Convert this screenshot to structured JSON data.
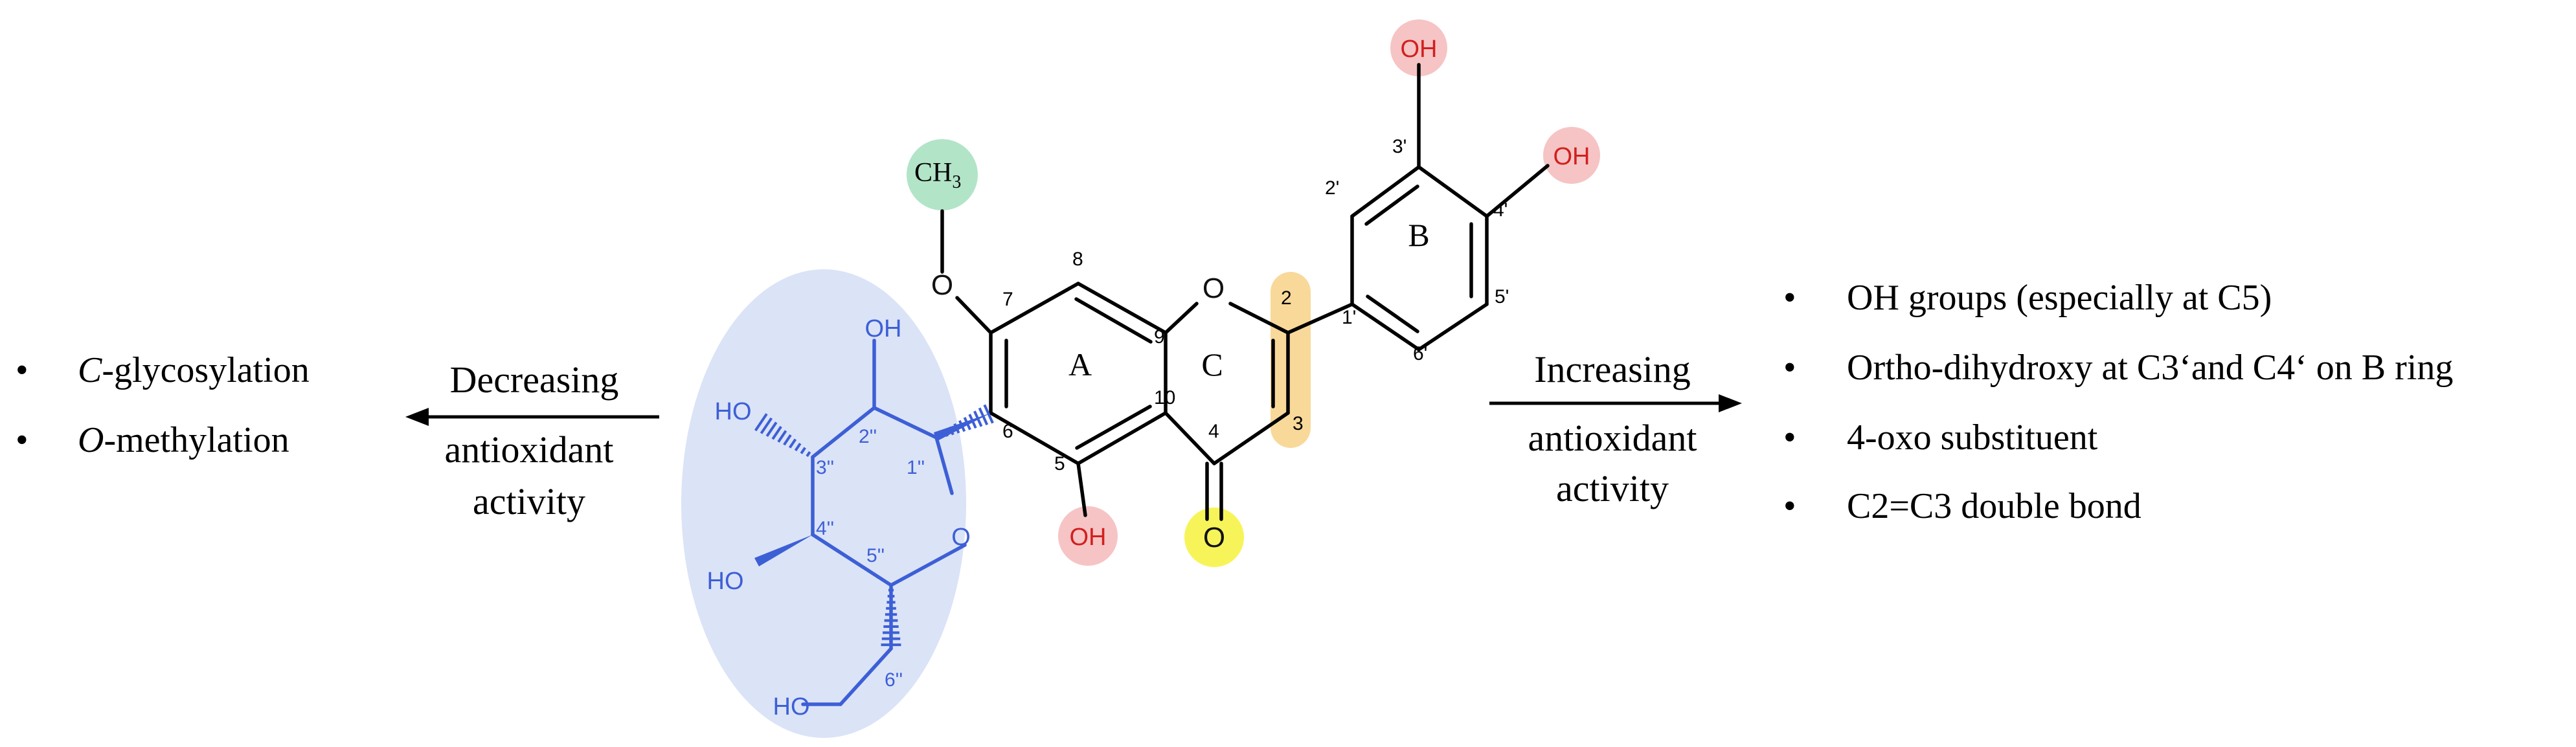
{
  "left_list": {
    "items": [
      {
        "italic": "C",
        "rest": "-glycosylation"
      },
      {
        "italic": "O",
        "rest": "-methylation"
      }
    ]
  },
  "left_caption": {
    "line1": "Decreasing",
    "line2": "antioxidant",
    "line3": "activity"
  },
  "right_caption": {
    "line1": "Increasing",
    "line2": "antioxidant",
    "line3": "activity"
  },
  "right_list": {
    "items": [
      "OH groups (especially at C5)",
      "Ortho-dihydroxy  at C3‘and C4‘ on B ring",
      "4-oxo substituent",
      "C2=C3 double bond"
    ]
  },
  "molecule": {
    "ring_labels": {
      "a": "A",
      "b": "B",
      "c": "C"
    },
    "methyl": {
      "main": "CH",
      "sub": "3"
    },
    "atoms": {
      "o1": "O",
      "o4": "O",
      "o7": "O",
      "oh5": "OH",
      "oh3p": "OH",
      "oh4p": "OH",
      "sugar_o": "O",
      "sugar_oh2": "OH",
      "sugar_oh3": "HO",
      "sugar_oh4": "HO",
      "sugar_oh6": "HO"
    },
    "numbers": {
      "n2": "2",
      "n3": "3",
      "n4": "4",
      "n5": "5",
      "n6": "6",
      "n7": "7",
      "n8": "8",
      "n9": "9",
      "n10": "10",
      "n1p": "1'",
      "n2p": "2'",
      "n3p": "3'",
      "n4p": "4'",
      "n5p": "5'",
      "n6p": "6'",
      "g1": "1''",
      "g2": "2''",
      "g3": "3''",
      "g4": "4''",
      "g5": "5''",
      "g6": "6''"
    },
    "colors": {
      "hydroxyl_highlight": "#f6c4c4",
      "oxo_highlight": "#f7f45a",
      "double_bond_highlight": "#f8d99a",
      "methyl_highlight": "#b2e4c8",
      "sugar_highlight": "#dbe3f7",
      "sugar_structure": "#3d5fd6",
      "hydroxyl_text": "#d21f1f"
    }
  }
}
